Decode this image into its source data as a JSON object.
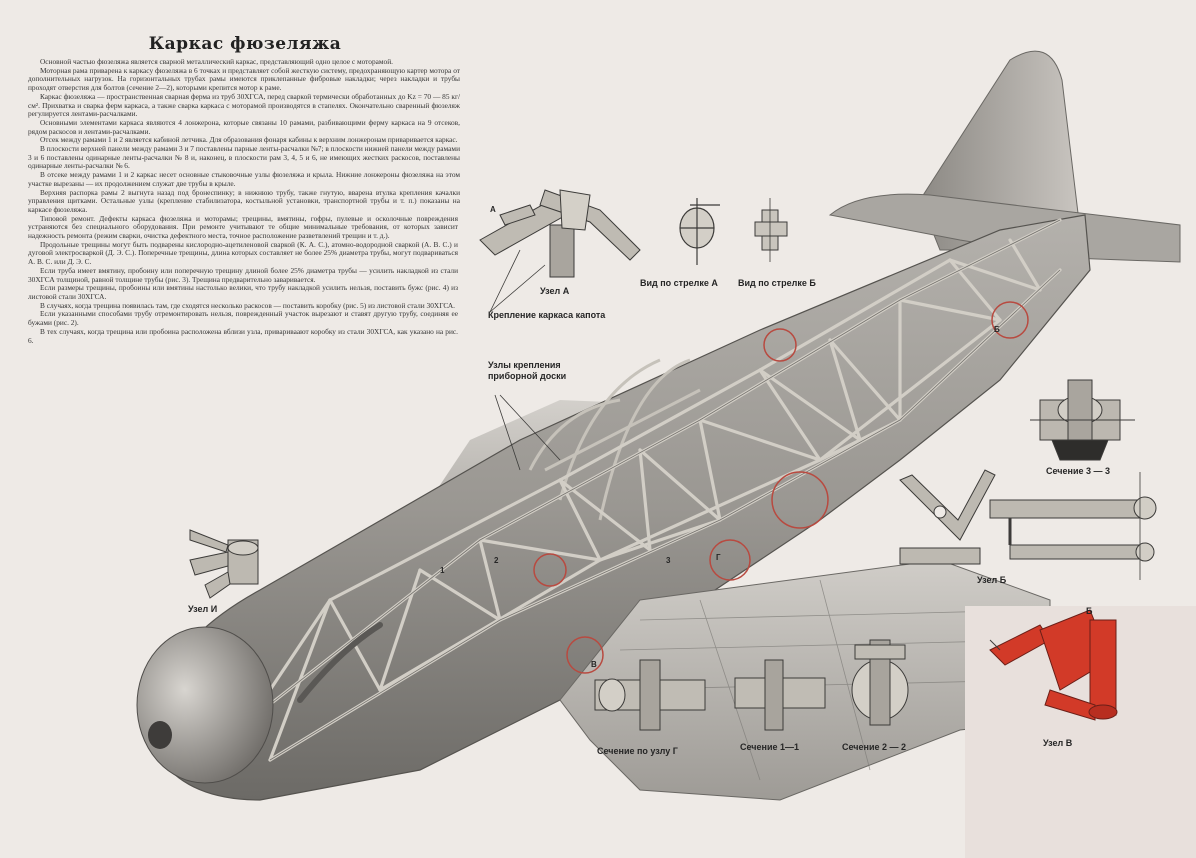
{
  "title": "Каркас фюзеляжа",
  "article": {
    "paragraphs": [
      "Основной частью фюзеляжа является сварной металлический каркас, представляющий одно целое с моторамой.",
      "Моторная рама приварена к каркасу фюзеляжа в 6 точках и представляет собой жесткую систему, предохраняющую картер мотора от дополнительных нагрузок. На горизонтальных трубах рамы имеются приклепанные фибровые накладки; через накладки и трубы проходят отверстия для болтов (сечение 2—2), которыми крепится мотор к раме.",
      "Каркас фюзеляжа — пространственная сварная ферма из труб 30ХГСА, перед сваркой термически обработанных до Kz = 70 — 85 кг/см². Прихватка и сварка ферм каркаса, а также сварка каркаса с моторамой производятся в стапелях. Окончательно сваренный фюзеляж регулируется лентами-расчалками.",
      "Основными элементами каркаса являются 4 лонжерона, которые связаны 10 рамами, разбивающими ферму каркаса на 9 отсеков, рядом раскосов и лентами-расчалками.",
      "Отсек между рамами 1 и 2 является кабиной летчика. Для образования фонаря кабины к верхним лонжеронам приваривается каркас.",
      "В плоскости верхней панели между рамами 3 и 7 поставлены парные ленты-расчалки №7; в плоскости нижней панели между рамами 3 и 6 поставлены одинарные ленты-расчалки № 8 и, наконец, в плоскости рам 3, 4, 5 и 6, не имеющих жестких раскосов, поставлены одинарные ленты-расчалки № 6.",
      "В отсеке между рамами 1 и 2 каркас несет основные стыковочные узлы фюзеляжа и крыла. Нижние лонжероны фюзеляжа на этом участке вырезаны — их продолжением служат две трубы в крыле.",
      "Верхняя распорка рамы 2 выгнута назад под бронеспинку; в нижнюю трубу, также гнутую, вварена втулка крепления качалки управления щитками. Остальные узлы (крепление стабилизатора, костыльной установки, транспортной трубы и т. п.) показаны на каркасе фюзеляжа."
    ],
    "repair_paragraphs": [
      "Типовой ремонт. Дефекты каркаса фюзеляжа и моторамы; трещины, вмятины, гофры, пулевые и осколочные повреждения устраняются без специального оборудования. При ремонте учитывают те общие минимальные требования, от которых зависит надежность ремонта (режим сварки, очистка дефектного места, точное расположение разветвлений трещин и т. д.).",
      "Продольные трещины могут быть подварены кислородно-ацетиленовой сваркой (К. А. С.), атомно-водородной сваркой (А. В. С.) и дуговой электросваркой (Д. Э. С.). Поперечные трещины, длина которых составляет не более 25% диаметра трубы, могут подвариваться А. В. С. или Д. Э. С.",
      "Если труба имеет вмятину, пробоину или поперечную трещину длиной более 25% диаметра трубы — усилить накладкой из стали 30ХГСА толщиной, равной толщине трубы (рис. 3). Трещина предварительно заваривается.",
      "Если размеры трещины, пробоины или вмятины настолько велики, что трубу накладкой усилить нельзя, поставить бужс (рис. 4) из листовой стали 30ХГСА.",
      "В случаях, когда трещина появилась там, где сходятся несколько раскосов — поставить коробку (рис. 5) из листовой стали 30ХГСА.",
      "Если указанными способами трубу отремонтировать нельзя, поврежденный участок вырезают и ставят другую трубу, соединяя ее бужами (рис. 2).",
      "В тех случаях, когда трещина или пробоина расположена вблизи узла, привариваают коробку из стали 30ХГСА, как указано на рис. 6."
    ]
  },
  "labels": {
    "uzel_a": "Узел А",
    "vid_a": "Вид по стрелке А",
    "vid_b": "Вид по стрелке Б",
    "kaport": "Крепление каркаса капота",
    "pribor": "Узлы крепления приборной доски",
    "sech33": "Сечение 3 — 3",
    "uzel_b": "Узел Б",
    "uzel_i": "Узел И",
    "uzel_v": "Узел В",
    "sech_g": "Сечение по узлу Г",
    "sech11": "Сечение 1—1",
    "sech22": "Сечение 2 — 2"
  },
  "callouts": {
    "arrow_a": "А",
    "arrow_b": "Б",
    "frame_1": "1",
    "frame_2": "2",
    "frame_3": "3",
    "node_g": "Г",
    "node_v": "В",
    "node_b": "Б"
  },
  "colors": {
    "paper": "#eeeae6",
    "fuselage": "#9a9894",
    "tube": "#d2cec6",
    "red_node": "#d23a28",
    "red_panel": "#e8e0dc",
    "circle": "#b84a40"
  }
}
